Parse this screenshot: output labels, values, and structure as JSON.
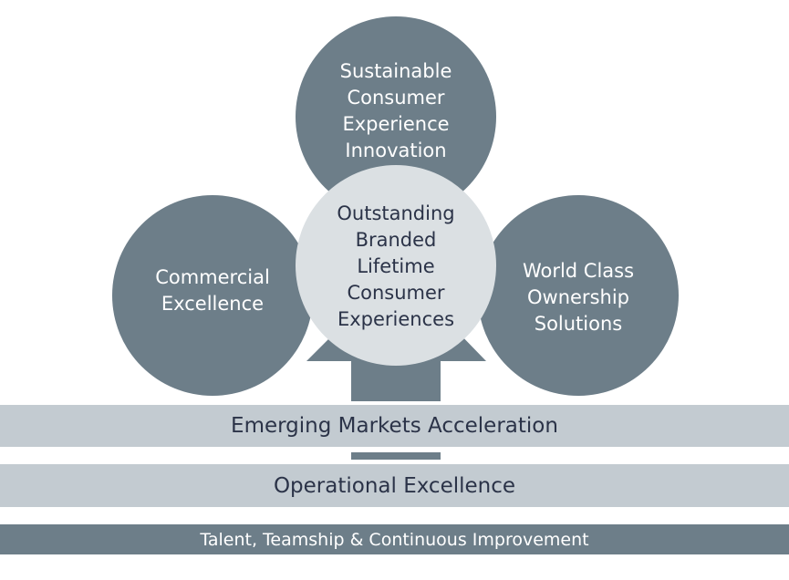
{
  "diagram": {
    "circles": {
      "top": "Sustainable\nConsumer\nExperience\nInnovation",
      "left": "Commercial\nExcellence",
      "right": "World Class\nOwnership\nSolutions",
      "center": "Outstanding\nBranded\nLifetime\nConsumer\nExperiences"
    },
    "bars": {
      "emerging": "Emerging Markets Acceleration",
      "operational": "Operational Excellence",
      "talent": "Talent, Teamship & Continuous Improvement"
    },
    "colors": {
      "dark": "#6d7e89",
      "center_fill": "#dbe0e3",
      "light_bar": "#c3cbd1",
      "dark_text": "#2b3348"
    }
  }
}
